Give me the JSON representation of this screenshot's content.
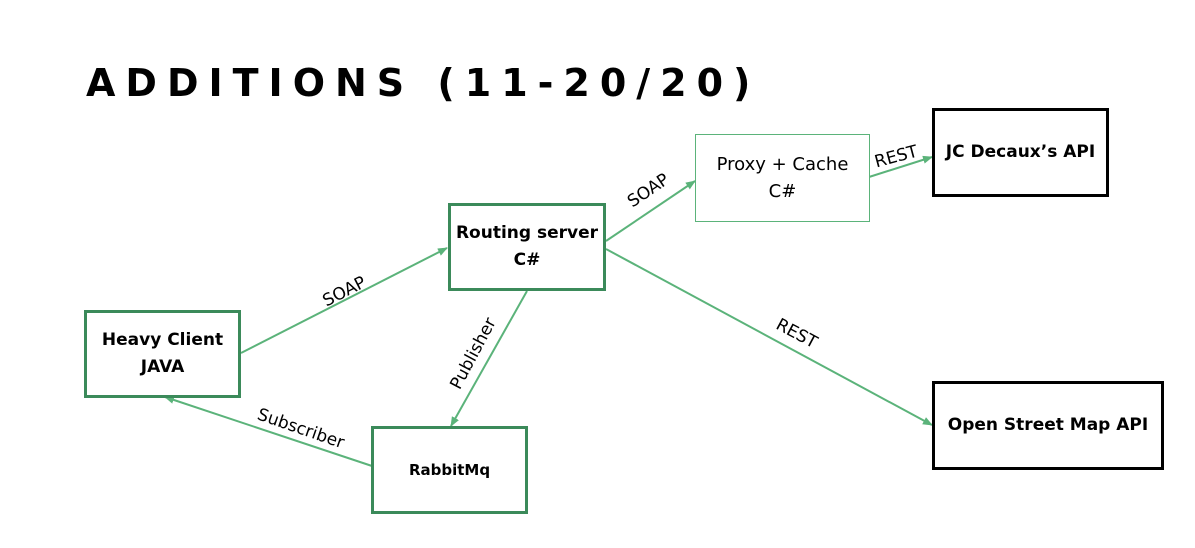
{
  "title": "ADDITIONS (11-20/20)",
  "colors": {
    "node_border_green": "#3b8a5a",
    "edge_green": "#5bb37a",
    "api_border": "#000000"
  },
  "nodes": {
    "heavy_client": {
      "line1": "Heavy Client",
      "line2": "JAVA"
    },
    "routing_server": {
      "line1": "Routing server",
      "line2": "C#"
    },
    "proxy_cache": {
      "line1": "Proxy + Cache",
      "line2": "C#"
    },
    "rabbitmq": {
      "line1": "RabbitMq"
    },
    "jcdecaux_api": {
      "line1": "JC Decaux’s API"
    },
    "osm_api": {
      "line1": "Open Street Map API"
    }
  },
  "edges": [
    {
      "from": "heavy_client",
      "to": "routing_server",
      "label": "SOAP"
    },
    {
      "from": "routing_server",
      "to": "proxy_cache",
      "label": "SOAP"
    },
    {
      "from": "proxy_cache",
      "to": "jcdecaux_api",
      "label": "REST"
    },
    {
      "from": "routing_server",
      "to": "osm_api",
      "label": "REST"
    },
    {
      "from": "routing_server",
      "to": "rabbitmq",
      "label": "Publisher"
    },
    {
      "from": "rabbitmq",
      "to": "heavy_client",
      "label": "Subscriber"
    }
  ]
}
